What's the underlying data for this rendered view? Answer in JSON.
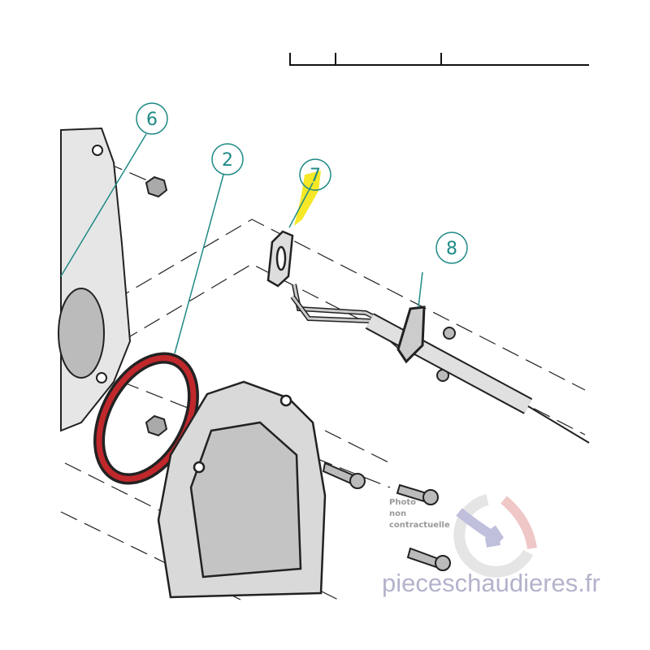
{
  "callouts": [
    {
      "id": "6",
      "label": "6"
    },
    {
      "id": "2",
      "label": "2"
    },
    {
      "id": "7",
      "label": "7",
      "highlighted": true
    },
    {
      "id": "8",
      "label": "8"
    }
  ],
  "notice": {
    "line1": "Photo",
    "line2": "non",
    "line3": "contractuelle"
  },
  "watermark": {
    "text": "pieceschaudieres.fr"
  },
  "colors": {
    "callout": "#1f8a86",
    "highlight": "#f5e400",
    "gasket": "#c0282c",
    "watermark": "#b4b3cc"
  }
}
